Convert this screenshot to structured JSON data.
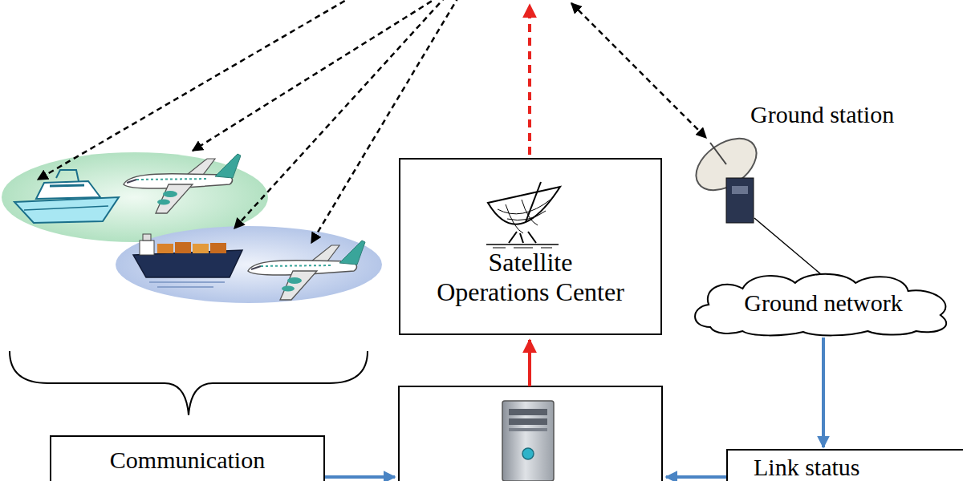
{
  "diagram": {
    "nodes": [
      {
        "text": [
          "Satellite Operations Center"
        ]
      },
      {
        "text": [
          "Ground network"
        ]
      },
      {
        "text": [
          "Communication"
        ]
      },
      {
        "text": [
          "Link status"
        ]
      }
    ],
    "edges": [
      {
        "from": 1,
        "to": 3,
        "arrow": "to"
      }
    ],
    "labels": [
      "Ground station"
    ]
  }
}
